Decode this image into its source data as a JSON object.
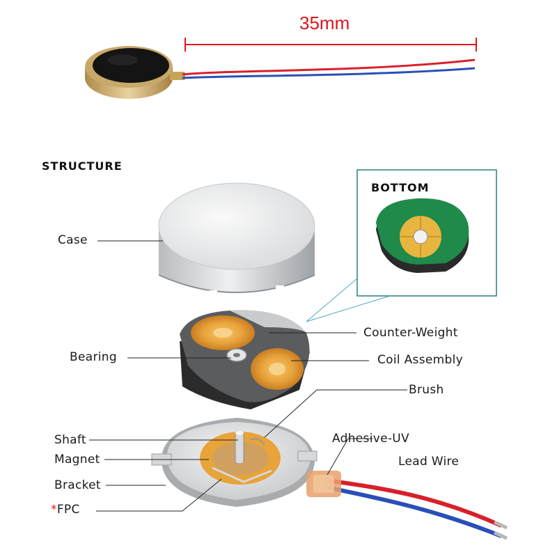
{
  "dimension": {
    "label": "35mm"
  },
  "headings": {
    "structure": "STRUCTURE",
    "bottom": "BOTTOM"
  },
  "labels": {
    "case": "Case",
    "counter_weight": "Counter-Weight",
    "bearing": "Bearing",
    "coil_assembly": "Coil Assembly",
    "brush": "Brush",
    "shaft": "Shaft",
    "magnet": "Magnet",
    "bracket": "Bracket",
    "fpc_marker": "*",
    "fpc": "FPC",
    "adhesive_uv": "Adhesive-UV",
    "lead_wire": "Lead Wire"
  },
  "colors": {
    "dimension_line": "#e0141e",
    "wire_red": "#d8202a",
    "wire_blue": "#2a4fb8",
    "coil_copper": "#e8a33a",
    "pcb_green": "#1f8a4a",
    "inset_border": "#2a7f80"
  }
}
